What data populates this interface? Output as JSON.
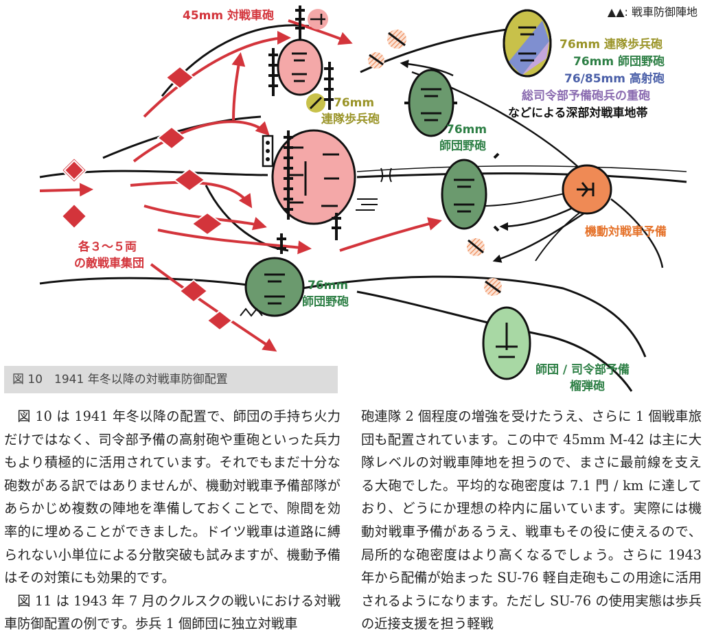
{
  "legend": {
    "symbol": "▲▲",
    "text": ": 戦車防御陣地"
  },
  "labels": {
    "at45": "45mm 対戦車砲",
    "reg76_right": "76mm 連隊歩兵砲",
    "div76_right": "76mm 師団野砲",
    "aa": "76/85mm 高射砲",
    "heavy": "総司令部予備砲兵の重砲",
    "deep": "などによる深部対戦車地帯",
    "reg76_mid_1": "76mm",
    "reg76_mid_2": "連隊歩兵砲",
    "div76_mid_1": "76mm",
    "div76_mid_2": "師団野砲",
    "mobile": "機動対戦車予備",
    "enemy_1": "各３～５両",
    "enemy_2": "の敵戦車集団",
    "div76_low_1": "76mm",
    "div76_low_2": "師団野砲",
    "howitzer_1": "師団 / 司令部予備",
    "howitzer_2": "榴弾砲"
  },
  "colors": {
    "red": "#d3343b",
    "pink": "#f4a8a8",
    "green": "#6b9a6e",
    "light_green": "#a8d8a4",
    "orange": "#ef8a55",
    "olive": "#c8c14a",
    "blue": "#7f8fd0",
    "violet": "#c4a6dc"
  },
  "caption": "図 10　1941 年冬以降の対戦車防御配置",
  "body": {
    "left_p1": "図 10 は 1941 年冬以降の配置で、師団の手持ち火力だけではなく、司令部予備の高射砲や重砲といった兵力もより積極的に活用されています。それでもまだ十分な砲数がある訳ではありませんが、機動対戦車予備部隊があらかじめ複数の陣地を準備しておくことで、隙間を効率的に埋めることができました。ドイツ戦車は道路に縛られない小単位による分散突破も試みますが、機動予備はその対策にも効果的です。",
    "left_p2": "図 11 は 1943 年 7 月のクルスクの戦いにおける対戦車防御配置の例です。歩兵 1 個師団に独立対戦車",
    "right_p1": "砲連隊 2 個程度の増強を受けたうえ、さらに 1 個戦車旅団も配置されています。この中で 45mm M-42 は主に大隊レベルの対戦車陣地を担うので、まさに最前線を支える大砲でした。平均的な砲密度は 7.1 門 / km に達しており、どうにか理想の枠内に届いています。実際には機動対戦車予備があるうえ、戦車もその役に使えるので、局所的な砲密度はより高くなるでしょう。さらに 1943 年から配備が始まった SU-76 軽自走砲もこの用途に活用されるようになります。ただし SU-76 の使用実態は歩兵の近接支援を担う軽戦"
  }
}
